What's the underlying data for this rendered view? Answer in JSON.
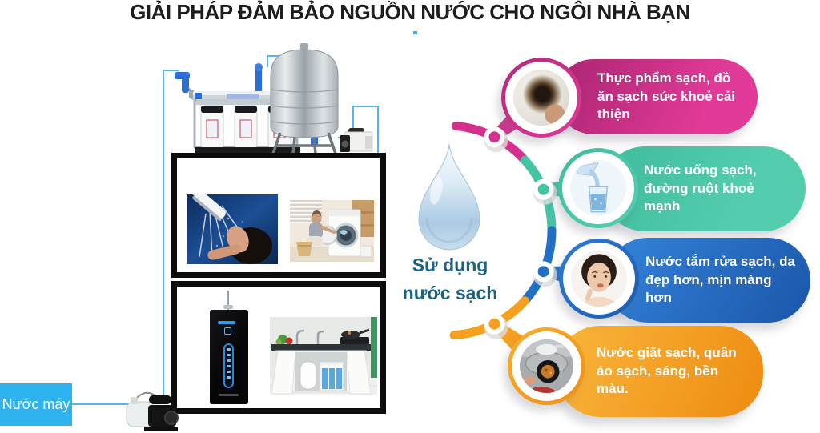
{
  "title": "GIẢI PHÁP ĐẢM BẢO NGUỒN NƯỚC CHO NGÔI NHÀ BẠN",
  "center": {
    "label": "Sử dụng nước sạch",
    "icon": "water-drop-icon"
  },
  "source": {
    "label": "Nước máy"
  },
  "benefits": [
    {
      "id": "clean-food",
      "color": "#d6308e",
      "icon": "dirty-food-photo",
      "text": "Thực phẩm sạch, đồ ăn sạch sức khoẻ cải thiện"
    },
    {
      "id": "clean-drinking-water",
      "color": "#45c3a3",
      "icon": "water-glass-photo",
      "text": "Nước uống sạch, đường ruột khoẻ mạnh"
    },
    {
      "id": "clean-bathing-water",
      "color": "#2270c6",
      "icon": "woman-face-photo",
      "text": "Nước tắm rửa sạch, da đẹp hơn, mịn màng hơn"
    },
    {
      "id": "clean-laundry-water",
      "color": "#f5a01e",
      "icon": "laundry-photo",
      "text": "Nước giặt sạch, quần áo sạch, sáng, bền màu."
    }
  ],
  "colors": {
    "pink": "#d6308e",
    "teal": "#45c3a3",
    "blue": "#2270c6",
    "orange": "#f5a01e",
    "pipe_blue": "#55b7ee",
    "label_bg": "#2eb3ef",
    "center_text": "#1a6182"
  },
  "left_diagram": {
    "icons": [
      "uv-filter-station",
      "stainless-steel-tank",
      "booster-pump",
      "supply-pump",
      "shower-photo",
      "washing-machine-photo",
      "water-purifier-tower",
      "under-sink-ro-filter-photo"
    ]
  }
}
